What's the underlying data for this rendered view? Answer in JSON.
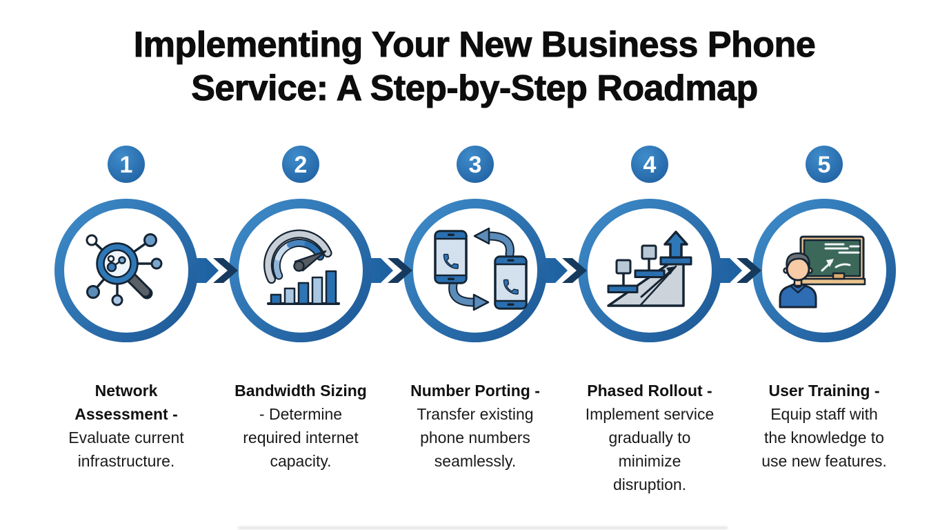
{
  "title": {
    "lines": [
      "Implementing Your New Business Phone",
      "Service: A Step-by-Step Roadmap"
    ]
  },
  "steps": [
    {
      "number": "1",
      "icon": "network-assessment-magnifier-icon",
      "heading_lines": [
        "Network",
        "Assessment -"
      ],
      "body_lines": [
        "Evaluate current",
        "infrastructure."
      ]
    },
    {
      "number": "2",
      "icon": "speedometer-bar-chart-icon",
      "heading_lines": [
        "Bandwidth Sizing"
      ],
      "body_lines": [
        "- Determine",
        "required internet",
        "capacity."
      ]
    },
    {
      "number": "3",
      "icon": "phones-swap-arrows-icon",
      "heading_lines": [
        "Number Porting -"
      ],
      "body_lines": [
        "Transfer existing",
        "phone numbers",
        "seamlessly."
      ]
    },
    {
      "number": "4",
      "icon": "stairs-growth-arrow-icon",
      "heading_lines": [
        "Phased Rollout -"
      ],
      "body_lines": [
        "Implement service",
        "gradually to",
        "minimize",
        "disruption."
      ]
    },
    {
      "number": "5",
      "icon": "trainer-chalkboard-icon",
      "heading_lines": [
        "User Training -"
      ],
      "body_lines": [
        "Equip staff with",
        "the knowledge to",
        "use new features."
      ]
    }
  ],
  "colors": {
    "background": "#ffffff",
    "primary_blue": "#2a72b5",
    "ring_blue_light": "#3f8cca",
    "ring_blue_dark": "#1c5795",
    "arrow_navy": "#16395e",
    "icon_outline": "#152433",
    "steel_blue": "#5b8cba",
    "light_blue": "#a9c7e3",
    "silver": "#c7ced6",
    "board_green": "#3c685a",
    "frame_tan": "#e9c28e",
    "shirt_blue": "#2e6cb4",
    "skin_tone": "#f6cba6",
    "hair_gray": "#6a6f76",
    "title_color": "#0d0d0d",
    "text_color": "#1a1a1a"
  }
}
